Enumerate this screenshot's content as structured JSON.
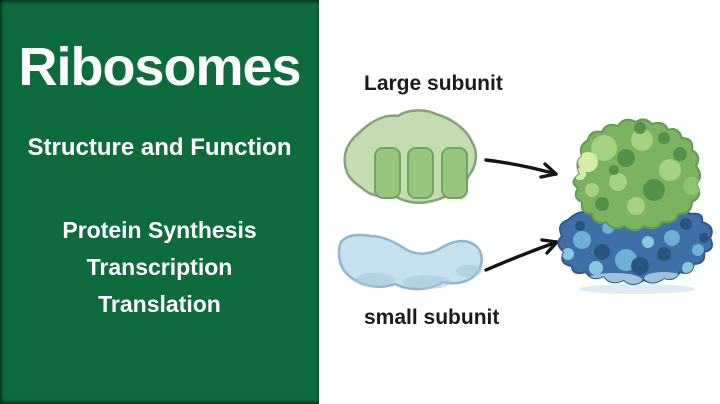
{
  "slide": {
    "panel": {
      "title": "Ribosomes",
      "subtitle": "Structure and Function",
      "topics": [
        "Protein Synthesis",
        "Transcription",
        "Translation"
      ],
      "background": "#0e6b3d",
      "text_color": "#ffffff"
    },
    "diagram": {
      "large_label": "Large subunit",
      "small_label": "small subunit",
      "label_color": "#1b1b1b",
      "colors": {
        "large_fill": "#c3ddb0",
        "large_stroke": "#87a17b",
        "large_bar_fill": "#97c681",
        "large_bar_stroke": "#6fa65e",
        "small_fill": "#c5e0ee",
        "small_stroke": "#8fb6cc",
        "ribosome_green": "#7cb360",
        "ribosome_green_stroke": "#639a53",
        "ribosome_blue": "#3e6fa6",
        "ribosome_blue_stroke": "#2f588c",
        "arrow": "#141414"
      }
    }
  }
}
